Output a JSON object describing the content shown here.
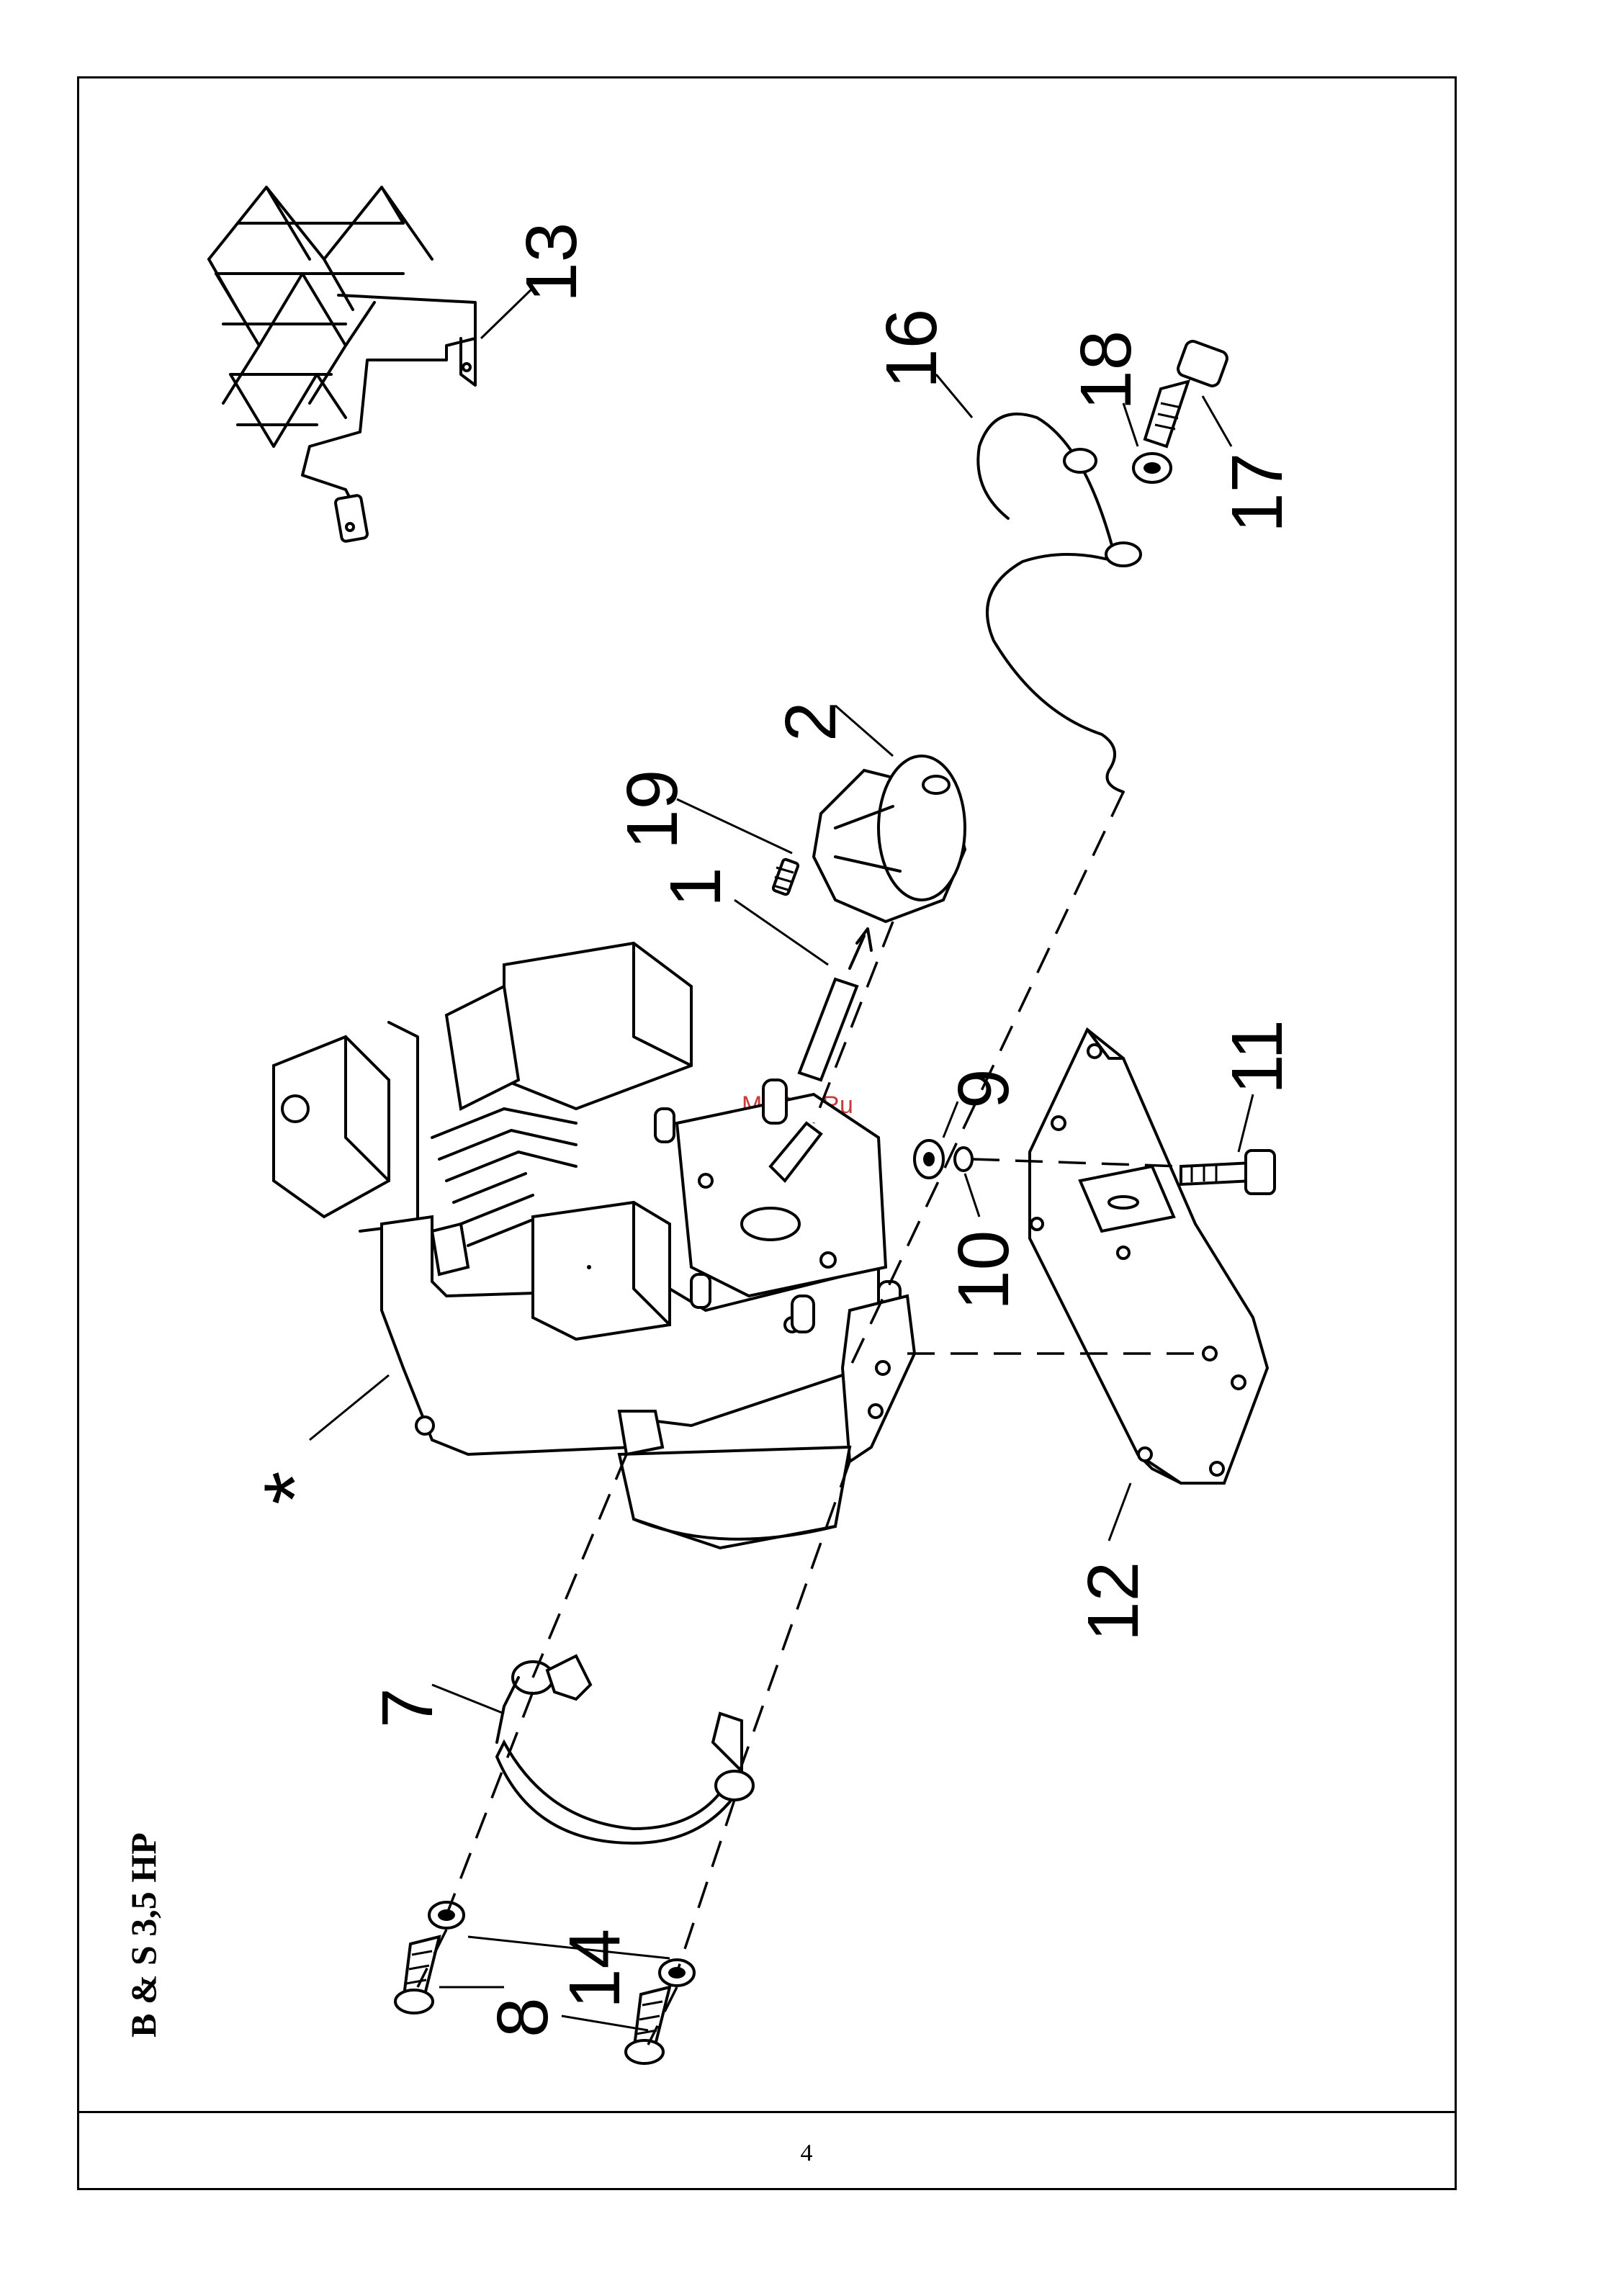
{
  "title": "B & S 3,5 HP",
  "page_number": "4",
  "watermark": "McGrp.Ru",
  "callouts": {
    "c1": "1",
    "c2": "2",
    "c7": "7",
    "c8": "8",
    "c9": "9",
    "c10": "10",
    "c11": "11",
    "c12": "12",
    "c13": "13",
    "c14": "14",
    "c16": "16",
    "c17": "17",
    "c18": "18",
    "c19": "19",
    "star": "*"
  }
}
